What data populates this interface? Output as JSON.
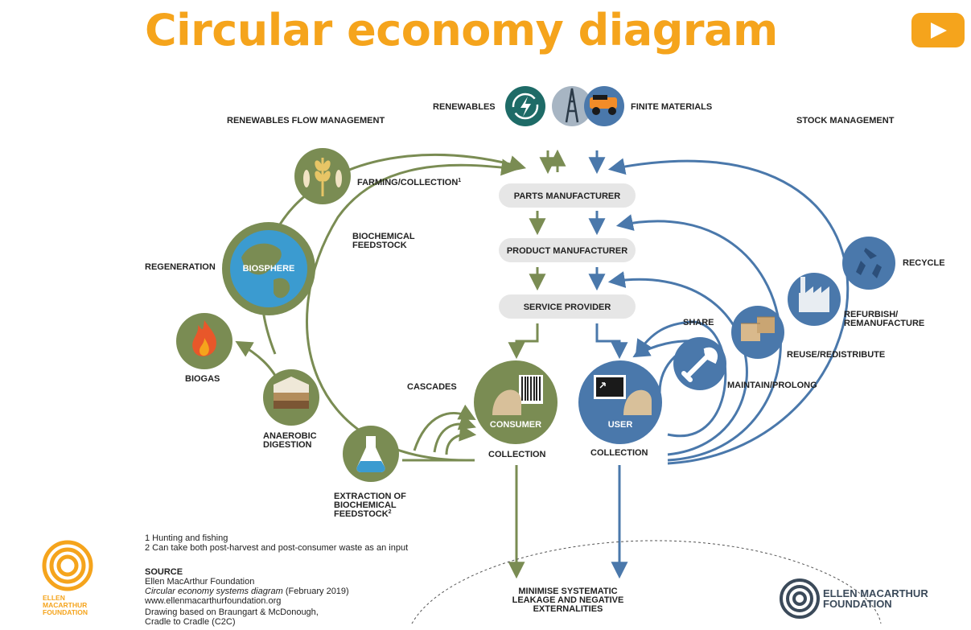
{
  "title": "Circular economy diagram",
  "top": {
    "renewables": "RENEWABLES",
    "finite_materials": "FINITE MATERIALS",
    "renewables_flow": "RENEWABLES FLOW MANAGEMENT",
    "stock_management": "STOCK MANAGEMENT"
  },
  "chain": {
    "parts": "PARTS MANUFACTURER",
    "product": "PRODUCT MANUFACTURER",
    "service": "SERVICE PROVIDER"
  },
  "bio": {
    "farming": "FARMING/COLLECTION",
    "farming_sup": "1",
    "biochem_1": "BIOCHEMICAL",
    "biochem_2": "FEEDSTOCK",
    "biosphere": "BIOSPHERE",
    "regeneration": "REGENERATION",
    "biogas": "BIOGAS",
    "anaerobic_1": "ANAEROBIC",
    "anaerobic_2": "DIGESTION",
    "extraction_1": "EXTRACTION OF",
    "extraction_2": "BIOCHEMICAL",
    "extraction_3": "FEEDSTOCK",
    "extraction_sup": "2",
    "cascades": "CASCADES",
    "consumer": "CONSUMER",
    "collection": "COLLECTION"
  },
  "tech": {
    "user": "USER",
    "collection": "COLLECTION",
    "share": "SHARE",
    "maintain": "MAINTAIN/PROLONG",
    "reuse": "REUSE/REDISTRIBUTE",
    "refurbish_1": "REFURBISH/",
    "refurbish_2": "REMANUFACTURE",
    "recycle": "RECYCLE"
  },
  "leakage": {
    "line1": "MINIMISE SYSTEMATIC",
    "line2": "LEAKAGE AND NEGATIVE",
    "line3": "EXTERNALITIES"
  },
  "footnotes": {
    "note1": "1 Hunting and fishing",
    "note2": "2 Can take both post-harvest and post-consumer waste as an input",
    "source_heading": "SOURCE",
    "source_org": "Ellen MacArthur Foundation",
    "source_title": "Circular economy systems diagram",
    "source_date": " (February 2019)",
    "source_url": "www.ellenmacarthurfoundation.org",
    "drawing_1": "Drawing based on Braungart & McDonough,",
    "drawing_2": "Cradle to Cradle (C2C)"
  },
  "logos": {
    "left_1": "ELLEN",
    "left_2": "MACARTHUR",
    "left_3": "FOUNDATION",
    "right_1": "ELLEN MACARTHUR",
    "right_2": "FOUNDATION"
  },
  "icons": {
    "play": "play-icon",
    "renewables": "renewable-energy-icon",
    "oil": "oil-derrick-icon",
    "truck": "mining-truck-icon",
    "wheat": "wheat-fish-icon",
    "globe": "globe-icon",
    "flame": "flame-icon",
    "soil": "soil-layers-icon",
    "flask": "flask-icon",
    "consumer": "consumer-barcode-icon",
    "user": "user-computer-icon",
    "wrench": "wrench-icon",
    "boxes": "boxes-icon",
    "factory": "factory-icon",
    "recycle": "recycle-icon"
  },
  "colors": {
    "title": "#f5a41c",
    "green": "#7a8c53",
    "blue": "#4a78ab",
    "teal": "#1e6b67",
    "pill": "#e6e6e6"
  }
}
